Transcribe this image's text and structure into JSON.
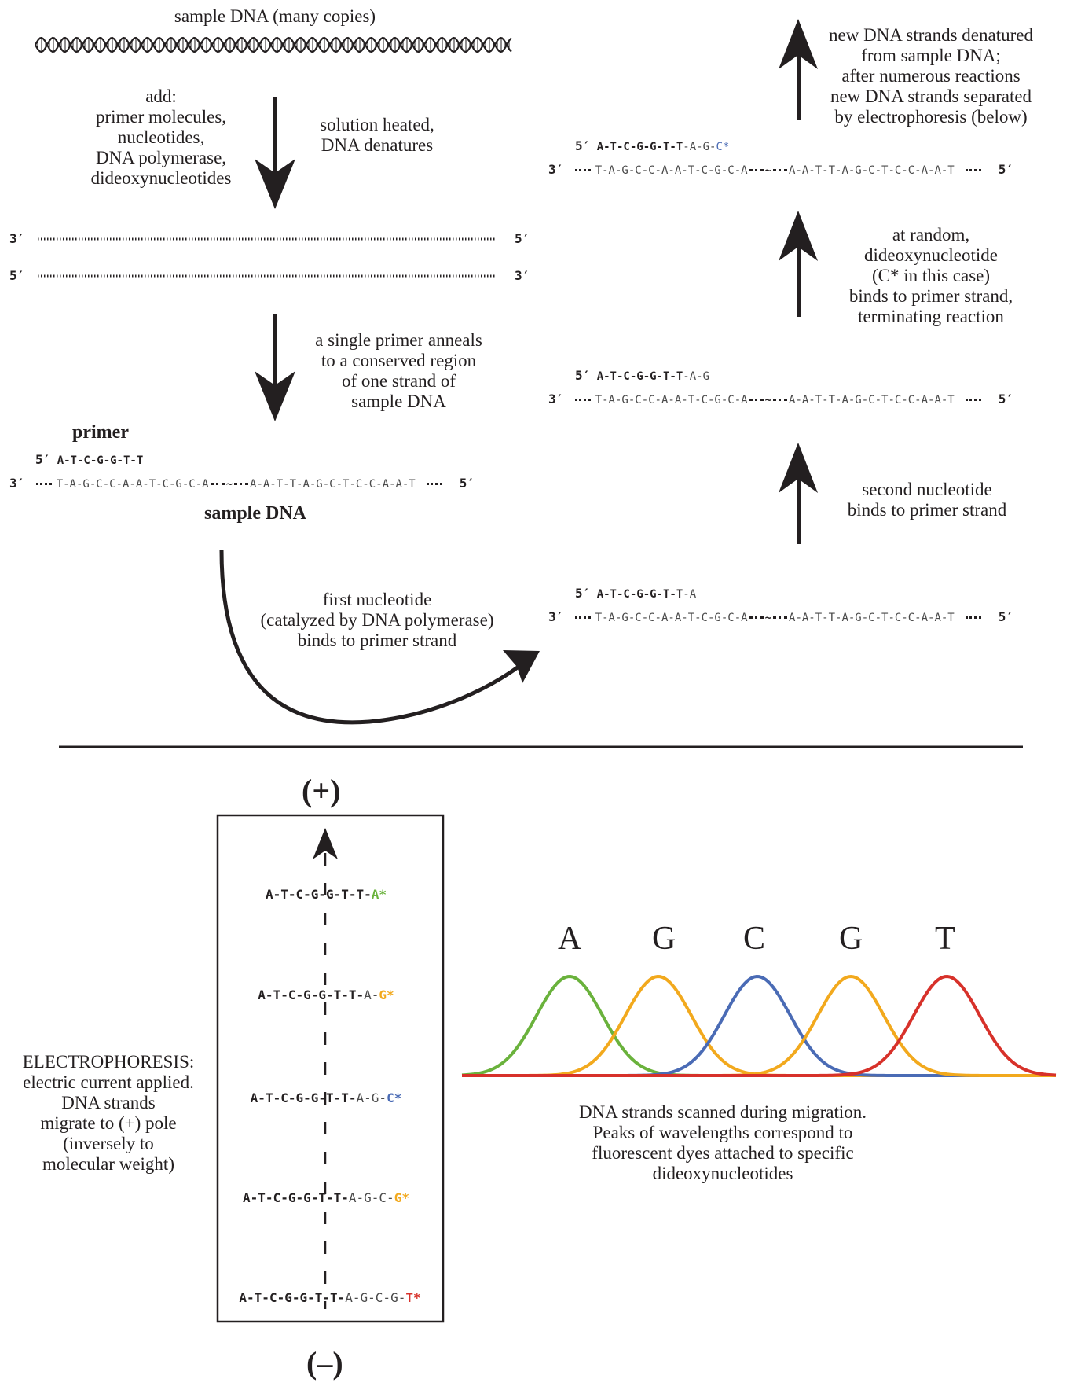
{
  "top": {
    "sample_dna_title": "sample DNA (many copies)",
    "add_lines": [
      "add:",
      "primer molecules,",
      "nucleotides,",
      "DNA polymerase,",
      "dideoxynucleotides"
    ],
    "heat_lines": [
      "solution heated,",
      "DNA denatures"
    ],
    "anneal_lines": [
      "a single primer anneals",
      "to a conserved region",
      "of one strand of",
      "sample DNA"
    ],
    "first_nuc_lines": [
      "first nucleotide",
      "(catalyzed by DNA polymerase)",
      "binds to primer strand"
    ],
    "second_nuc_lines": [
      "second nucleotide",
      "binds to primer strand"
    ],
    "random_lines": [
      "at random,",
      "dideoxynucleotide",
      "(C* in this case)",
      "binds to primer strand,",
      "terminating reaction"
    ],
    "denatured_lines": [
      "new DNA strands denatured",
      "from sample DNA;",
      "after numerous reactions",
      "new DNA strands separated",
      "by electrophoresis (below)"
    ],
    "primer_label": "primer",
    "sample_dna_label": "sample DNA"
  },
  "ends": {
    "three": "3′",
    "five": "5′"
  },
  "sequences": {
    "template_left": "T-A-G-C-C-A-A-T-C-G-C-A",
    "template_right": "A-A-T-T-A-G-C-T-C-C-A-A-T",
    "tilde": "~",
    "primer": "A-T-C-G-G-T-T",
    "ext_first": "-A",
    "ext_second": "-A-G",
    "ext_second_prefix": "-A-G-",
    "ext_ddc": "C*"
  },
  "electrophoresis": {
    "plus": "(+)",
    "minus": "(–)",
    "bands": [
      {
        "bold": "A-T-C-G-G-T-T-",
        "thin": "",
        "dd": "A*",
        "color": "#6ab23c"
      },
      {
        "bold": "A-T-C-G-G-T-T-",
        "thin": "A-",
        "dd": "G*",
        "color": "#f2a91d"
      },
      {
        "bold": "A-T-C-G-G-T-T-",
        "thin": "A-G-",
        "dd": "C*",
        "color": "#4a6bb5"
      },
      {
        "bold": "A-T-C-G-G-T-T-",
        "thin": "A-G-C-",
        "dd": "G*",
        "color": "#f2a91d"
      },
      {
        "bold": "A-T-C-G-G-T-T-",
        "thin": "A-G-C-G-",
        "dd": "T*",
        "color": "#d7312a"
      }
    ],
    "side_lines": [
      "ELECTROPHORESIS:",
      "electric current applied.",
      "DNA strands",
      "migrate to (+) pole",
      "(inversely to",
      "molecular weight)"
    ]
  },
  "chromatogram": {
    "peaks": [
      {
        "letter": "A",
        "color": "#6ab23c"
      },
      {
        "letter": "G",
        "color": "#f2a91d"
      },
      {
        "letter": "C",
        "color": "#4a6bb5"
      },
      {
        "letter": "G",
        "color": "#f2a91d"
      },
      {
        "letter": "T",
        "color": "#d7312a"
      }
    ],
    "caption_lines": [
      "DNA strands scanned during migration.",
      "Peaks of wavelengths correspond to",
      "fluorescent dyes attached to specific",
      "dideoxynucleotides"
    ]
  },
  "colors": {
    "ink": "#231f20",
    "green": "#6ab23c",
    "orange": "#f2a91d",
    "blue": "#4a6bb5",
    "red": "#d7312a"
  }
}
